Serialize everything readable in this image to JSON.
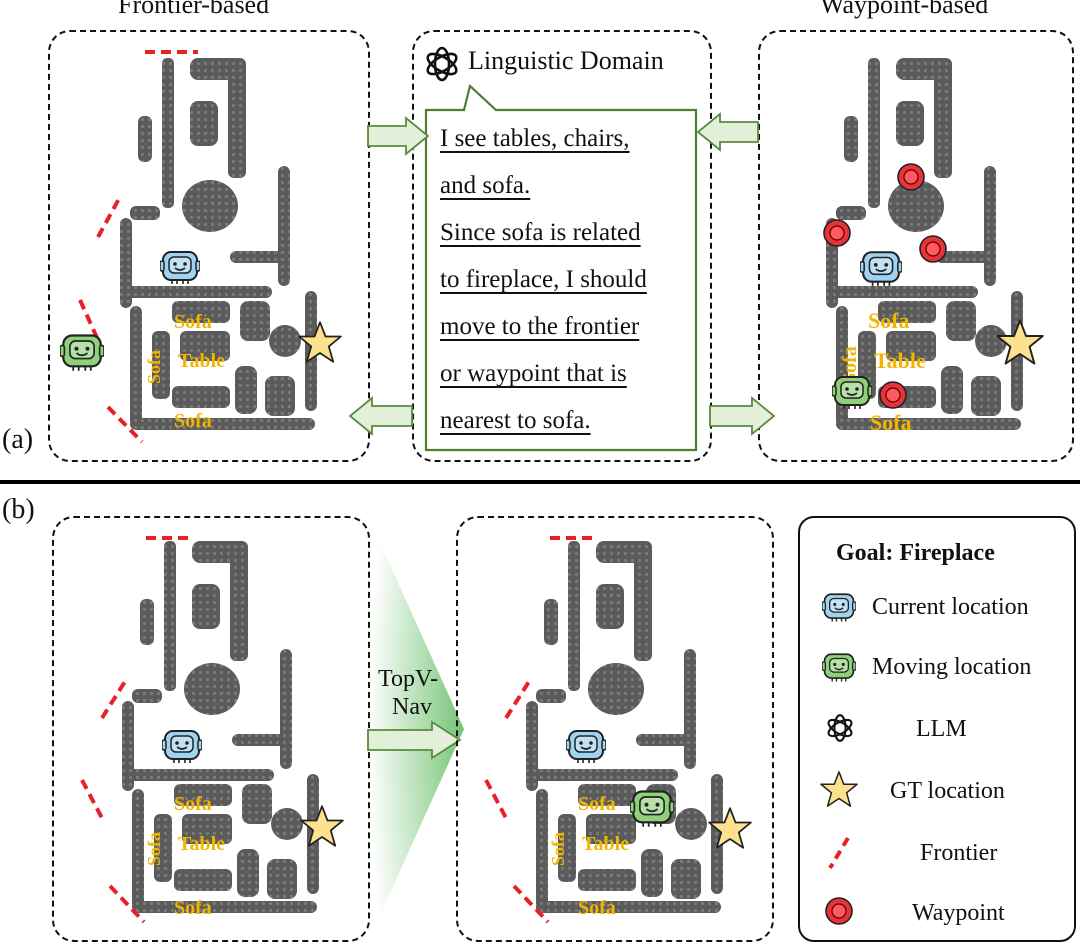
{
  "titles": {
    "frontier": "Frontier-based",
    "waypoint": "Waypoint-based",
    "linguistic": "Linguistic Domain"
  },
  "panel_tags": {
    "a": "(a)",
    "b": "(b)"
  },
  "speech": {
    "lines": [
      "I see tables, chairs,",
      "and sofa.",
      "Since sofa is related",
      "to fireplace, I should",
      "move to the frontier",
      "or waypoint that is",
      "nearest to sofa."
    ]
  },
  "map_labels": {
    "sofa": "Sofa",
    "table": "Table"
  },
  "transition": {
    "line1": "TopV-",
    "line2": "Nav"
  },
  "legend": {
    "title": "Goal: Fireplace",
    "items": [
      {
        "icon": "current-robot-icon",
        "label": "Current location"
      },
      {
        "icon": "moving-robot-icon",
        "label": "Moving location"
      },
      {
        "icon": "llm-logo-icon",
        "label": "LLM"
      },
      {
        "icon": "star-icon",
        "label": "GT location"
      },
      {
        "icon": "frontier-dash-icon",
        "label": "Frontier"
      },
      {
        "icon": "waypoint-icon",
        "label": "Waypoint"
      }
    ]
  },
  "colors": {
    "map_gray": "#5a5a5a",
    "label_yellow": "#f2b600",
    "frontier_red": "#e8202a",
    "waypoint_red": "#e8323a",
    "star_fill": "#fde18e",
    "arrow_green": "#e2f0d9",
    "arrow_stroke": "#5a8a3c",
    "current_robot": "#9fd3f0",
    "moving_robot": "#8fd07a"
  }
}
